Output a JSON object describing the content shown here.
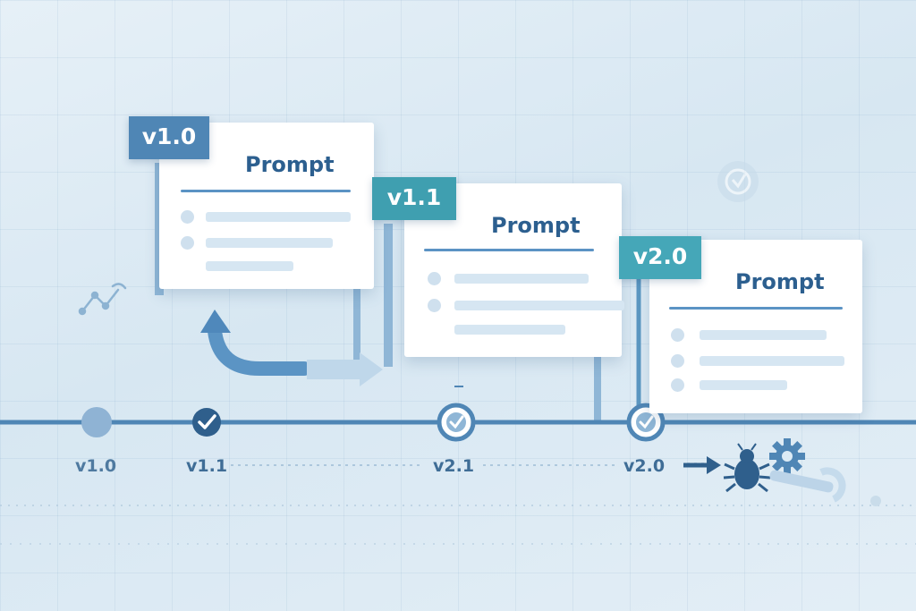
{
  "cards": [
    {
      "version": "v1.0",
      "title": "Prompt",
      "tag_color": "#4f86b5"
    },
    {
      "version": "v1.1",
      "title": "Prompt",
      "tag_color": "#3f9fb0"
    },
    {
      "version": "v2.0",
      "title": "Prompt",
      "tag_color": "#45a7b8"
    }
  ],
  "timeline": {
    "labels": [
      "v1.0",
      "v1.1",
      "v2.1",
      "v2.0"
    ],
    "line_color": "#4f86b5",
    "node_color": "#2f5f8c"
  },
  "icons": [
    "trend-chart-icon",
    "clock-icon",
    "bug-icon",
    "gear-icon",
    "check-icon",
    "arrow-right-icon",
    "curved-arrow-icon"
  ]
}
